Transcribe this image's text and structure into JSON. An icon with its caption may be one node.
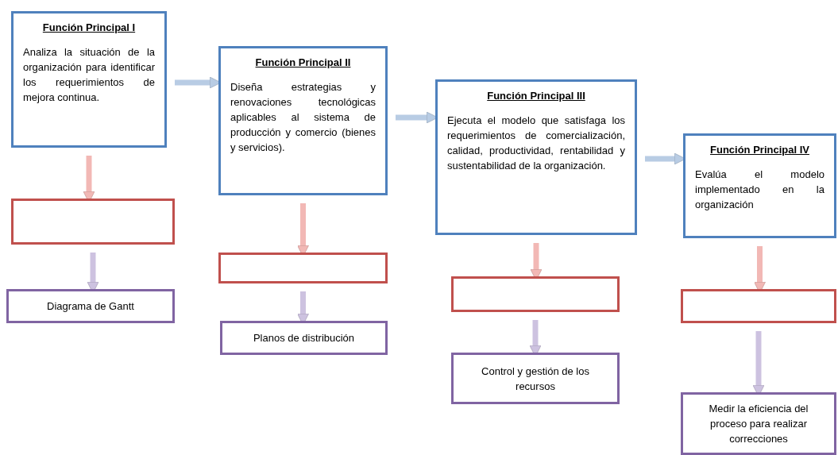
{
  "diagram": {
    "nodes": [
      {
        "text": [
          "Función Principal I",
          "Analiza la situación de la organización para identificar los requerimientos de mejora continua."
        ]
      },
      {
        "text": [
          "Función Principal II",
          "Diseña estrategias y renovaciones tecnológicas aplicables al sistema de producción y comercio (bienes y servicios)."
        ]
      },
      {
        "text": [
          "Función Principal III",
          "Ejecuta el modelo que satisfaga los requerimientos de comercialización, calidad, productividad, rentabilidad y sustentabilidad de la organización."
        ]
      },
      {
        "text": [
          "Función Principal IV",
          "Evalúa el modelo implementado en la organización"
        ]
      },
      {
        "text": [],
        "shape": "box"
      },
      {
        "text": [
          "Diagrama de Gantt"
        ]
      },
      {
        "text": [],
        "shape": "box"
      },
      {
        "text": [
          "Planos de distribución"
        ]
      },
      {
        "text": [],
        "shape": "box"
      },
      {
        "text": [
          "Control y gestión de los recursos"
        ]
      },
      {
        "text": [],
        "shape": "box"
      },
      {
        "text": [
          "Medir la eficiencia del proceso para realizar correcciones"
        ]
      }
    ],
    "edges": [
      {
        "from": 0,
        "to": 1,
        "arrow": "to",
        "color": "#b8cce4"
      },
      {
        "from": 1,
        "to": 2,
        "arrow": "to",
        "color": "#b8cce4"
      },
      {
        "from": 2,
        "to": 3,
        "arrow": "to",
        "color": "#b8cce4"
      },
      {
        "from": 0,
        "to": 4,
        "arrow": "to",
        "color": "#f2b8b5"
      },
      {
        "from": 4,
        "to": 5,
        "arrow": "to",
        "color": "#cdc2e0"
      },
      {
        "from": 1,
        "to": 6,
        "arrow": "to",
        "color": "#f2b8b5"
      },
      {
        "from": 6,
        "to": 7,
        "arrow": "to",
        "color": "#cdc2e0"
      },
      {
        "from": 2,
        "to": 8,
        "arrow": "to",
        "color": "#f2b8b5"
      },
      {
        "from": 8,
        "to": 9,
        "arrow": "to",
        "color": "#cdc2e0"
      },
      {
        "from": 3,
        "to": 10,
        "arrow": "to",
        "color": "#f2b8b5"
      },
      {
        "from": 10,
        "to": 11,
        "arrow": "to",
        "color": "#cdc2e0"
      }
    ]
  }
}
